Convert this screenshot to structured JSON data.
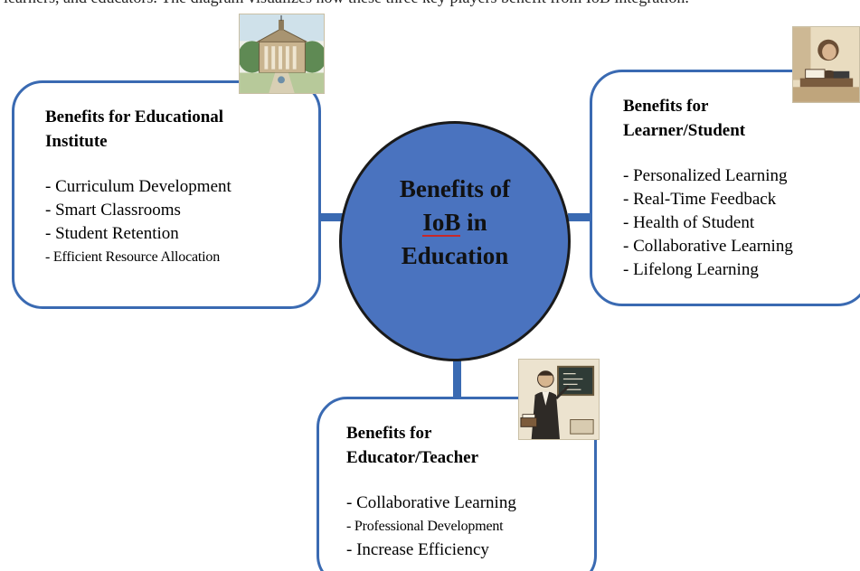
{
  "top_text": "learners, and educators. The diagram visualizes how these three key players benefit from IoB integration.",
  "center": {
    "line1": "Benefits of",
    "line2": "IoB",
    "line2_suffix": " in",
    "line3": "Education"
  },
  "boxes": {
    "institute": {
      "title": "Benefits for Educational\nInstitute",
      "items": [
        "- Curriculum Development",
        "- Smart Classrooms",
        "- Student Retention",
        "- Efficient Resource Allocation"
      ]
    },
    "learner": {
      "title": "Benefits for\nLearner/Student",
      "items": [
        "- Personalized Learning",
        "- Real-Time Feedback",
        "- Health of Student",
        "- Collaborative Learning",
        "- Lifelong Learning"
      ]
    },
    "educator": {
      "title": "Benefits for\nEducator/Teacher",
      "items": [
        "- Collaborative Learning",
        "- Professional Development",
        "- Increase Efficiency"
      ]
    }
  },
  "images": {
    "institute": "university-building-illustration",
    "learner": "student-studying-illustration",
    "educator": "teacher-blackboard-illustration"
  },
  "colors": {
    "circle_fill": "#4a73bf",
    "box_border": "#3a6ab2",
    "connector": "#3a6ab2",
    "underline": "#c82828"
  }
}
